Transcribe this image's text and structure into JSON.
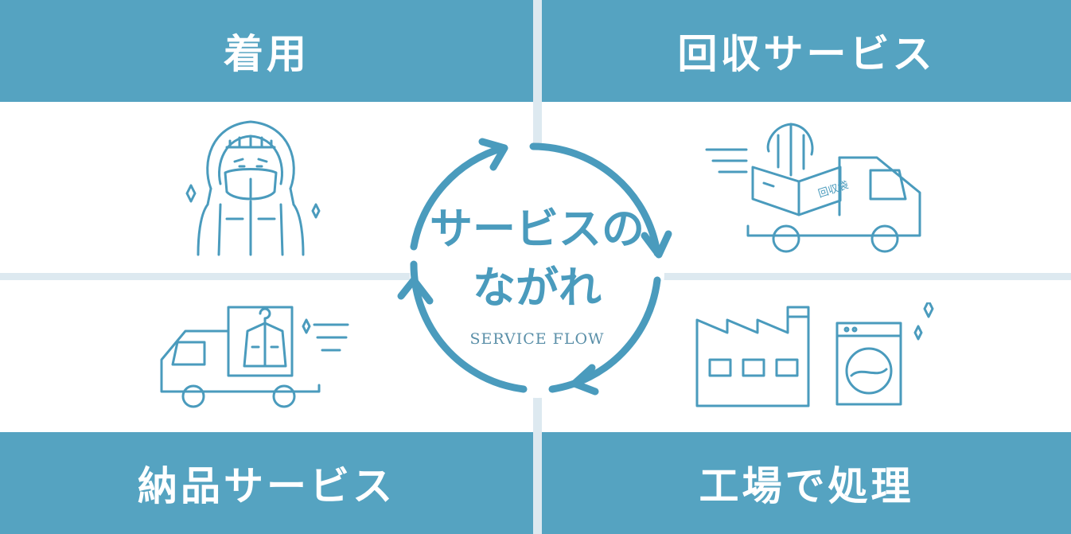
{
  "colors": {
    "band": "#55a3c1",
    "line": "#4a9bbd",
    "divider": "#dde9f0",
    "title": "#4a9bbd",
    "subtitle": "#5a8fa8",
    "band_text": "#ffffff"
  },
  "steps": {
    "wear": {
      "label": "着用",
      "icon": "worker-in-hood-icon"
    },
    "collection": {
      "label": "回収サービス",
      "icon": "collection-truck-icon"
    },
    "delivery": {
      "label": "納品サービス",
      "icon": "delivery-truck-icon"
    },
    "factory": {
      "label": "工場で処理",
      "icon": "factory-washer-icon"
    }
  },
  "center": {
    "title_line1": "サービスの",
    "title_line2": "ながれ",
    "subtitle": "SERVICE FLOW",
    "bag_label": "回収袋",
    "icon": "cycle-arrows-icon"
  }
}
